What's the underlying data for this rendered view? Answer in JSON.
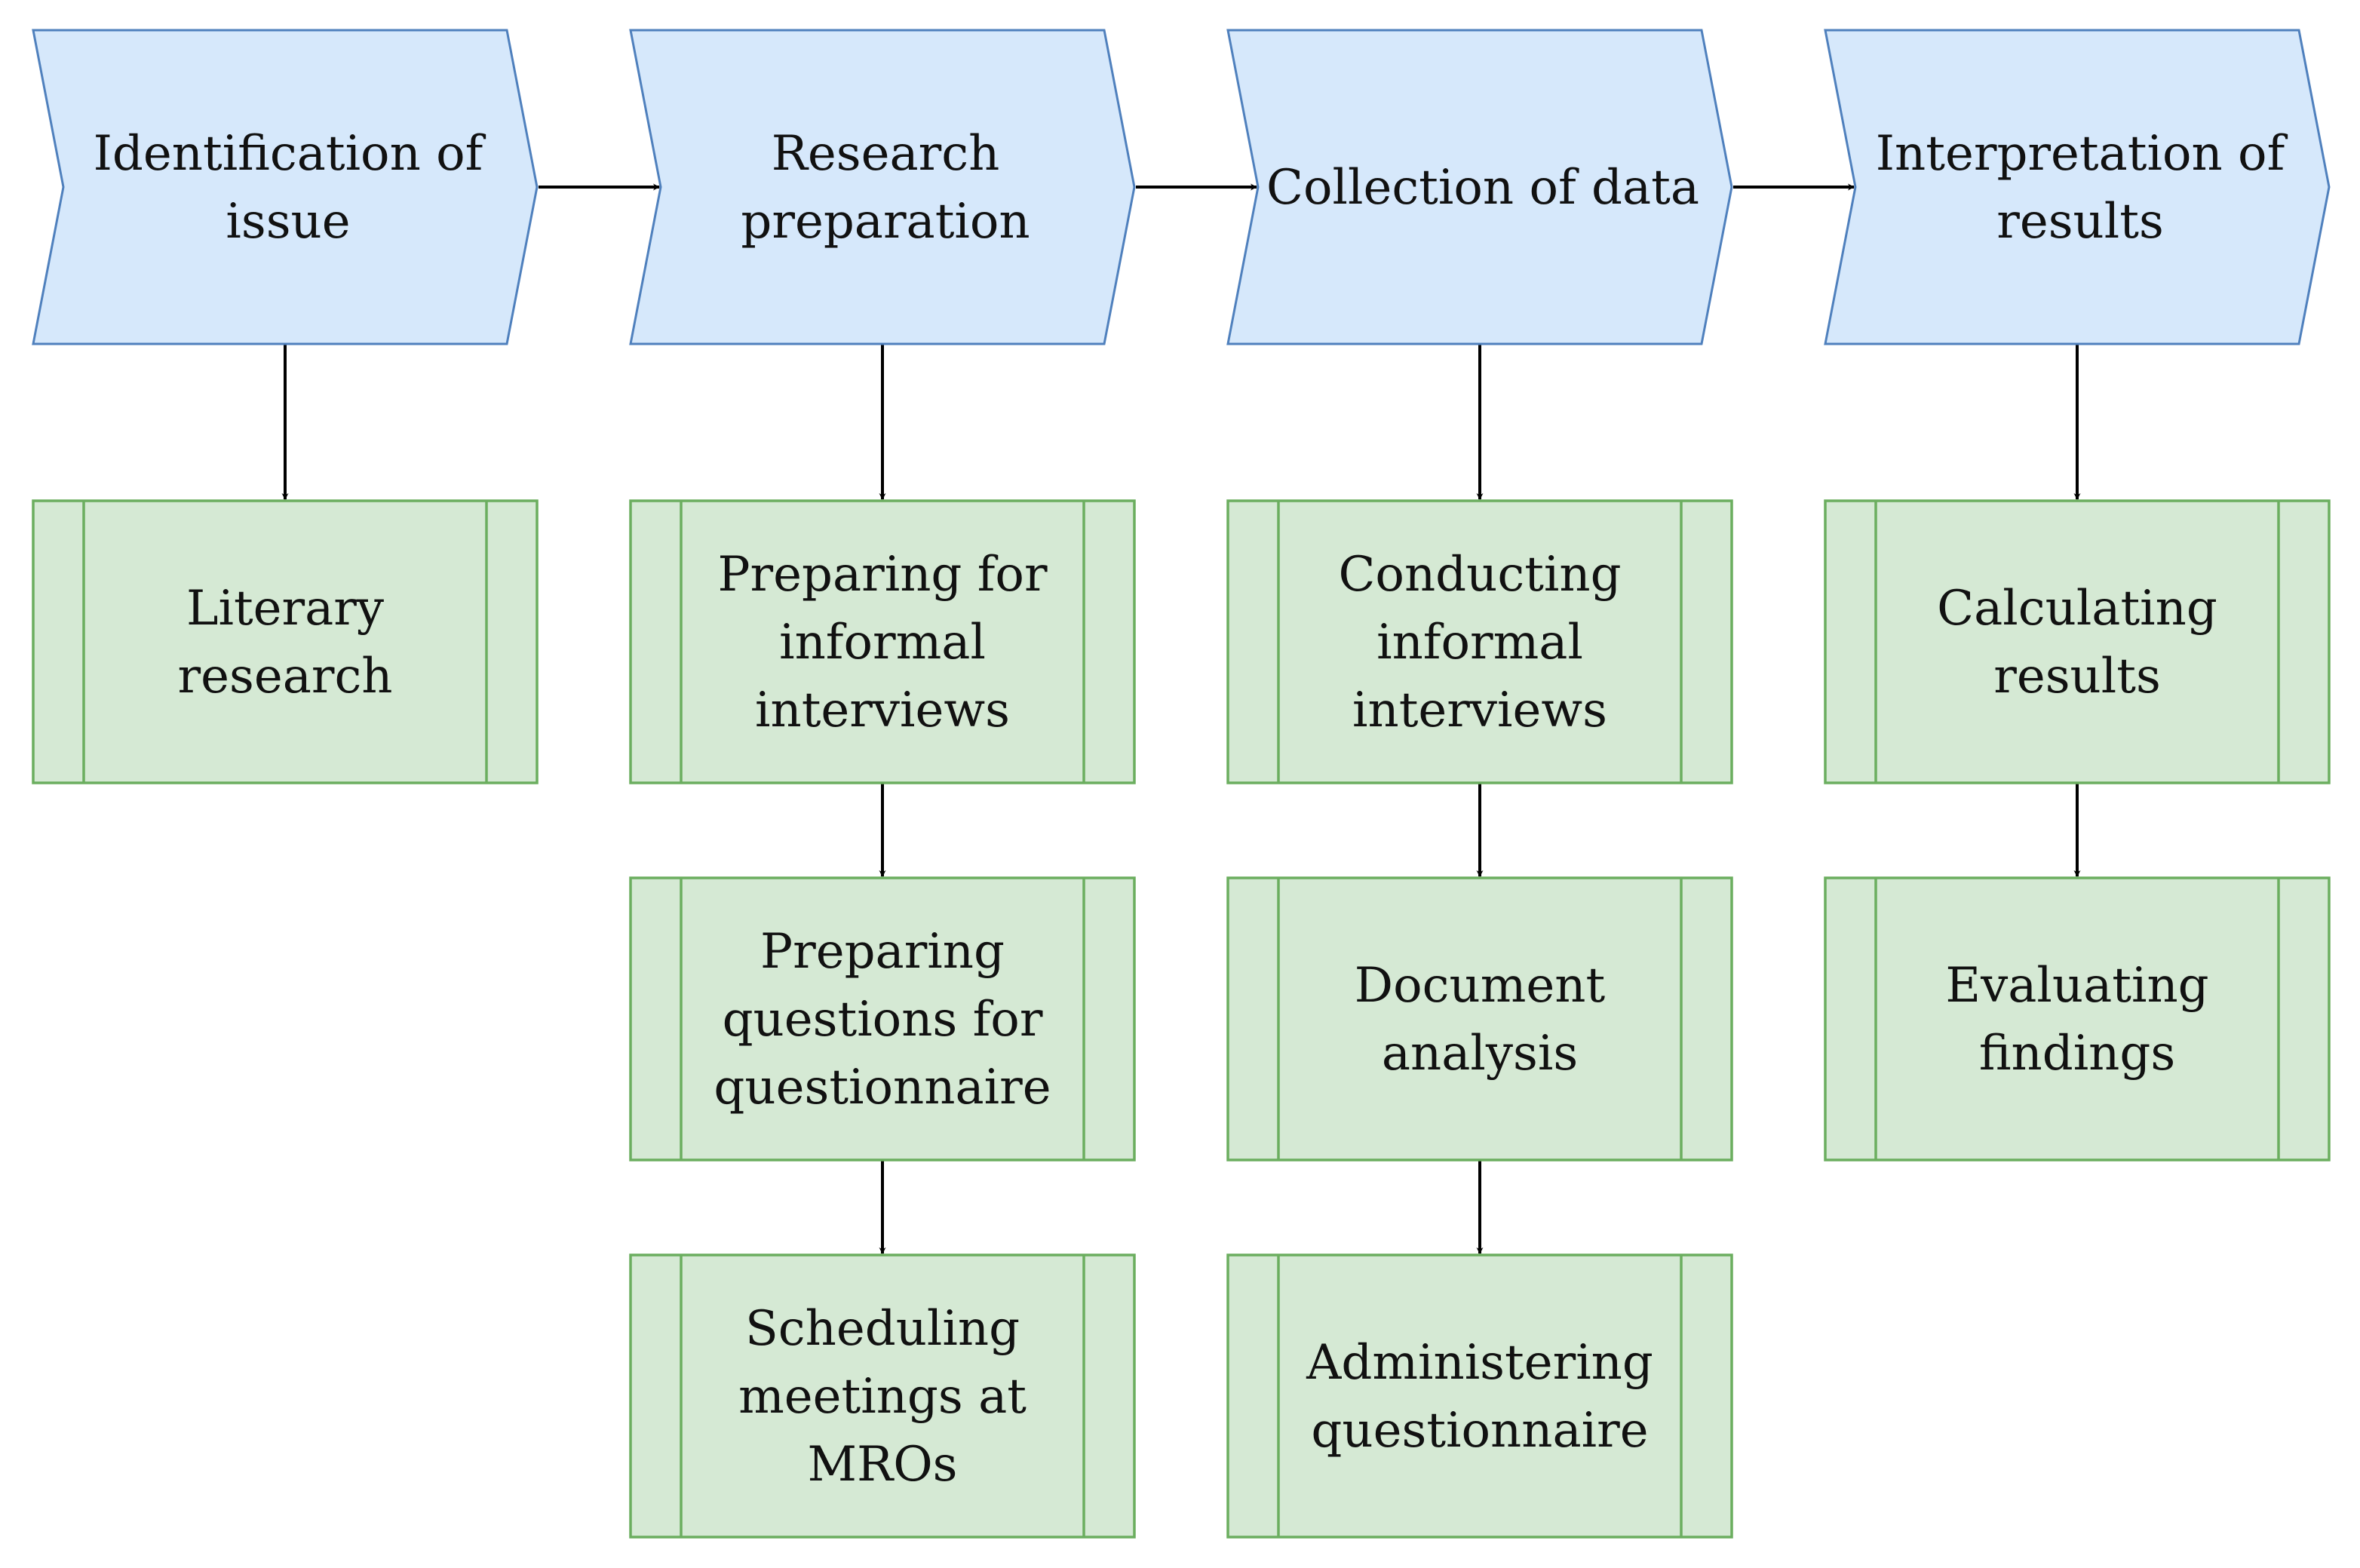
{
  "colors": {
    "phase_fill": "#d6e8fb",
    "phase_stroke": "#4f80bd",
    "task_fill": "#d5e9d4",
    "task_stroke": "#6bae5f",
    "arrow": "#000000"
  },
  "phases": [
    {
      "id": "identification",
      "label_lines": [
        "Identification of",
        "issue"
      ],
      "tasks": [
        {
          "label_lines": [
            "Literary",
            "research"
          ]
        }
      ]
    },
    {
      "id": "research-preparation",
      "label_lines": [
        "Research",
        "preparation"
      ],
      "tasks": [
        {
          "label_lines": [
            "Preparing for",
            "informal",
            "interviews"
          ]
        },
        {
          "label_lines": [
            "Preparing",
            "questions for",
            "questionnaire"
          ]
        },
        {
          "label_lines": [
            "Scheduling",
            "meetings at",
            "MROs"
          ]
        }
      ]
    },
    {
      "id": "collection",
      "label_lines": [
        "Collection of data"
      ],
      "tasks": [
        {
          "label_lines": [
            "Conducting",
            "informal",
            "interviews"
          ]
        },
        {
          "label_lines": [
            "Document",
            "analysis"
          ]
        },
        {
          "label_lines": [
            "Administering",
            "questionnaire"
          ]
        }
      ]
    },
    {
      "id": "interpretation",
      "label_lines": [
        "Interpretation of",
        "results"
      ],
      "tasks": [
        {
          "label_lines": [
            "Calculating",
            "results"
          ]
        },
        {
          "label_lines": [
            "Evaluating",
            "findings"
          ]
        }
      ]
    }
  ]
}
